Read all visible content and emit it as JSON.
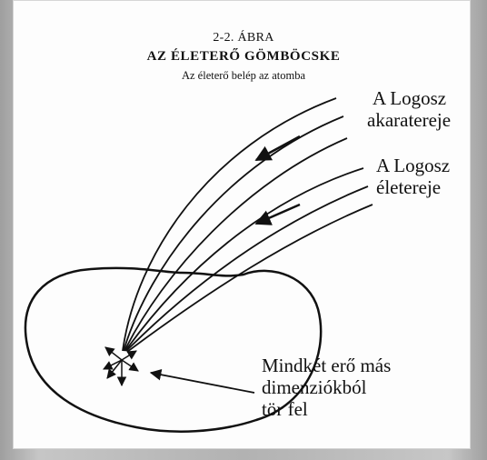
{
  "figure": {
    "number": "2-2. ÁBRA",
    "title": "AZ ÉLETERŐ GÖMBÖCSKE",
    "subtitle": "Az életerő belép az atomba"
  },
  "labels": {
    "will_stream": [
      "A Logosz",
      "akaratereje"
    ],
    "life_stream": [
      "A Logosz",
      "életereje"
    ],
    "center_note": [
      "Mindkét erő más",
      "dimenziókból",
      "tör fel"
    ]
  },
  "colors": {
    "ink": "#111111",
    "paper": "#fdfdfd",
    "background": "#b9b9b9"
  }
}
